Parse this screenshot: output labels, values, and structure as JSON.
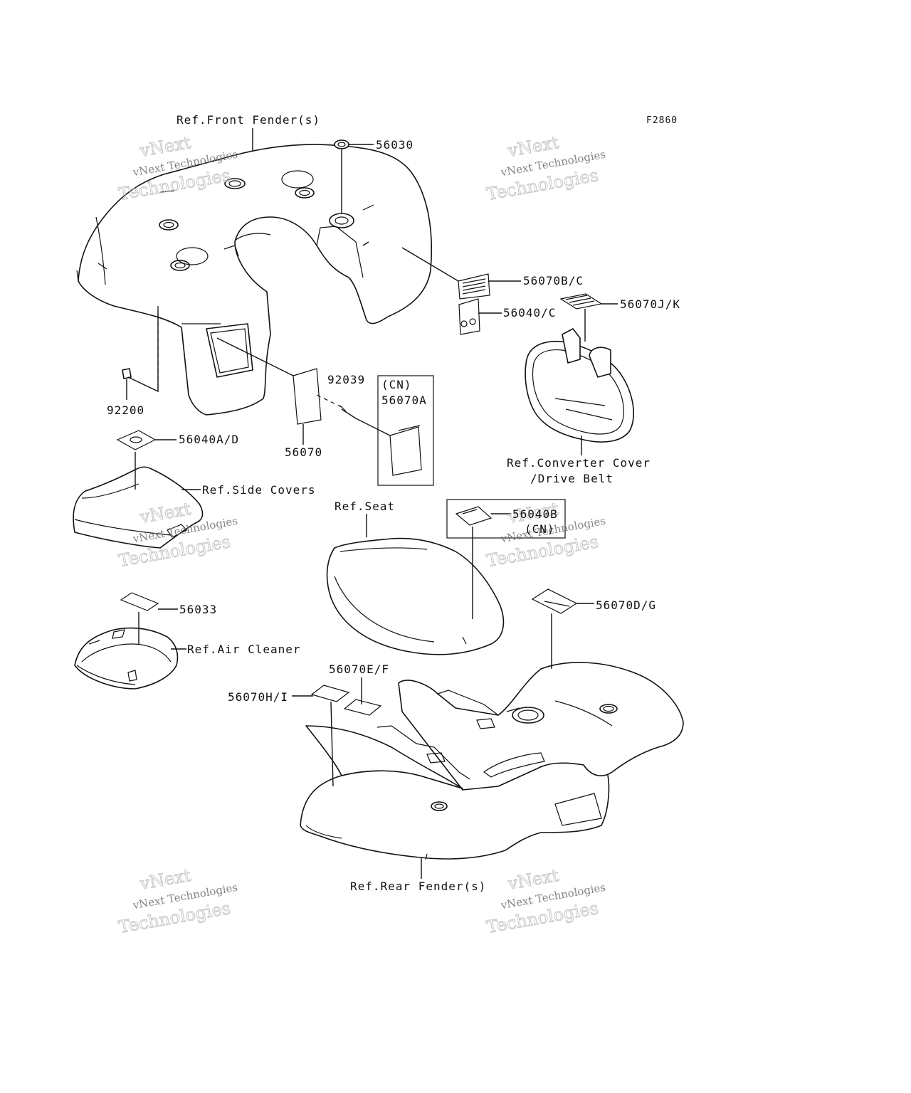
{
  "figure_code": "F2860",
  "labels": {
    "ref_front_fender": "Ref.Front Fender(s)",
    "p56030": "56030",
    "p56070bc": "56070B/C",
    "p56040c": "56040/C",
    "p56070jk": "56070J/K",
    "p92039": "92039",
    "cn_1": "(CN)",
    "p56070a": "56070A",
    "p92200": "92200",
    "p56070": "56070",
    "p56040ad": "56040A/D",
    "ref_side_covers": "Ref.Side Covers",
    "ref_converter_1": "Ref.Converter Cover",
    "ref_converter_2": "/Drive Belt",
    "ref_seat": "Ref.Seat",
    "p56040b": "56040B",
    "cn_2": "(CN)",
    "p56033": "56033",
    "p56070dg": "56070D/G",
    "ref_air_cleaner": "Ref.Air Cleaner",
    "p56070ef": "56070E/F",
    "p56070hi": "56070H/I",
    "ref_rear_fender": "Ref.Rear Fender(s)"
  },
  "watermark": {
    "line1": "vNext",
    "line2": "vNext Technologies",
    "line3": "Technologies"
  }
}
